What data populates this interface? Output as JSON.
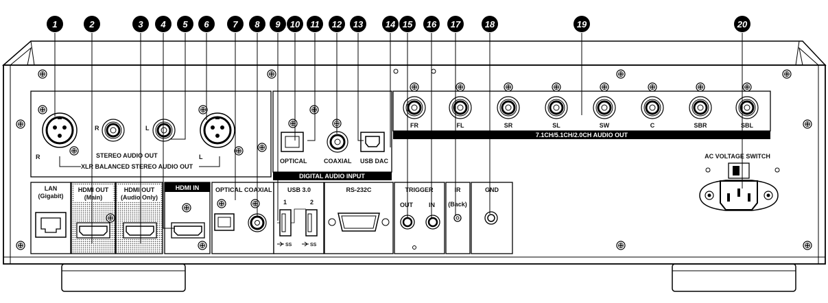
{
  "callouts": [
    "1",
    "2",
    "3",
    "4",
    "5",
    "6",
    "7",
    "8",
    "9",
    "10",
    "11",
    "12",
    "13",
    "14",
    "15",
    "16",
    "17",
    "18",
    "19",
    "20"
  ],
  "labels": {
    "xlr_r": "R",
    "xlr_l": "L",
    "rca_r": "R",
    "rca_l": "L",
    "stereo_audio_out": "STEREO AUDIO OUT",
    "xlr_balanced": "XLR BALANCED STEREO AUDIO OUT",
    "optical": "OPTICAL",
    "coaxial": "COAXIAL",
    "usb_dac": "USB DAC",
    "digital_audio_input": "DIGITAL AUDIO INPUT",
    "multi_channels": [
      "FR",
      "FL",
      "SR",
      "SL",
      "SW",
      "C",
      "SBR",
      "SBL"
    ],
    "multi_out": "7.1CH/5.1CH/2.0CH AUDIO OUT",
    "lan": "LAN",
    "lan_sub": "(Gigabit)",
    "hdmi_out_main": "HDMI OUT",
    "hdmi_out_main_sub": "(Main)",
    "hdmi_out_audio": "HDMI OUT",
    "hdmi_out_audio_sub": "(Audio Only)",
    "hdmi_in": "HDMI IN",
    "optical_out": "OPTICAL",
    "coaxial_out": "COAXIAL",
    "usb30": "USB 3.0",
    "usb1": "1",
    "usb2": "2",
    "usb_ss": "SS",
    "rs232": "RS-232C",
    "trigger": "TRIGGER",
    "trigger_out": "OUT",
    "trigger_in": "IN",
    "ir": "IR",
    "ir_sub": "(Back)",
    "gnd": "GND",
    "ac_switch": "AC VOLTAGE SWITCH"
  }
}
